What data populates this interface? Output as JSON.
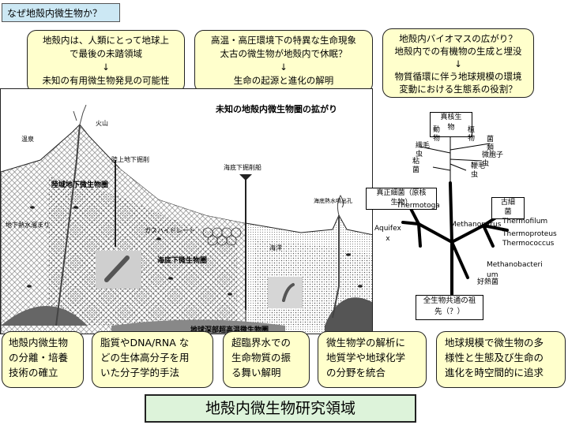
{
  "tag": "なぜ地殻内微生物か？",
  "top_boxes": [
    {
      "lines": [
        "地殻内は、人類にとって地球上",
        "で最後の未踏領域",
        "↓",
        "未知の有用微生物発見の可能性"
      ]
    },
    {
      "lines": [
        "高温・高圧環境下の特異な生命現象",
        "太古の微生物が地殻内で休眠？",
        "↓",
        "生命の起源と進化の解明"
      ]
    },
    {
      "lines": [
        "地殻内バイオマスの広がり？",
        "地殻内での有機物の生成と埋没",
        "↓",
        "物質循環に伴う地球規模の環境",
        "変動における生態系の役割？"
      ]
    }
  ],
  "geo": {
    "title": "未知の地殻内微生物圏の拡がり",
    "labels": {
      "volcano": "火山",
      "hotspring": "温泉",
      "land_drill": "陸上地下掘削",
      "ocean_drill": "海底下掘削船",
      "land_biosphere": "陸域地下微生物圏",
      "hot_water": "地下熱水溜まり",
      "gas_hydrate": "ガスハイドレート",
      "seafloor_biosphere": "海底下微生物圏",
      "vent": "海底熱水噴出孔",
      "sea": "海洋",
      "deep_biosphere": "地球深部超高温微生物圏"
    }
  },
  "tree": {
    "eukarya": [
      "真核生",
      "物"
    ],
    "animal": [
      "動",
      "物"
    ],
    "plant": [
      "植",
      "物"
    ],
    "fungi": [
      "菌",
      "類"
    ],
    "ciliate": [
      "繊毛",
      "虫"
    ],
    "flagellate": [
      "鞭毛",
      "虫"
    ],
    "microsporidia": [
      "微胞子",
      "虫"
    ],
    "slime": [
      "粘",
      "菌"
    ],
    "bacteria": [
      "真正細菌（原核",
      "生物）"
    ],
    "archaea": [
      "古細",
      "菌"
    ],
    "thermotoga": "Thermotoga",
    "aquifex": [
      "Aquifex",
      "x"
    ],
    "methanopyrus": "Methanopyrus",
    "thermofilum": "Thermofilum",
    "thermoproteus": "Thermoproteus",
    "thermococcus": "Thermococcus",
    "methanobacterium": [
      "Methanobacteri",
      "um"
    ],
    "halophile": "好熱菌",
    "luca": [
      "全生物共通の祖",
      "先（？）"
    ]
  },
  "bottom_boxes": [
    {
      "lines": [
        "地殻内微生物",
        "の分離・培養",
        "技術の確立"
      ]
    },
    {
      "lines": [
        "脂質やDNA/RNA な",
        "どの生体高分子を用",
        "いた分子学的手法"
      ]
    },
    {
      "lines": [
        "超臨界水での",
        "生命物質の振",
        "る舞い解明"
      ]
    },
    {
      "lines": [
        "微生物学の解析に",
        "地質学や地球化学",
        "の分野を統合"
      ]
    },
    {
      "lines": [
        "地球規模で微生物の多",
        "様性と生態及び生命の",
        "進化を時空間的に追求"
      ]
    }
  ],
  "footer_title": "地殻内微生物研究領域"
}
